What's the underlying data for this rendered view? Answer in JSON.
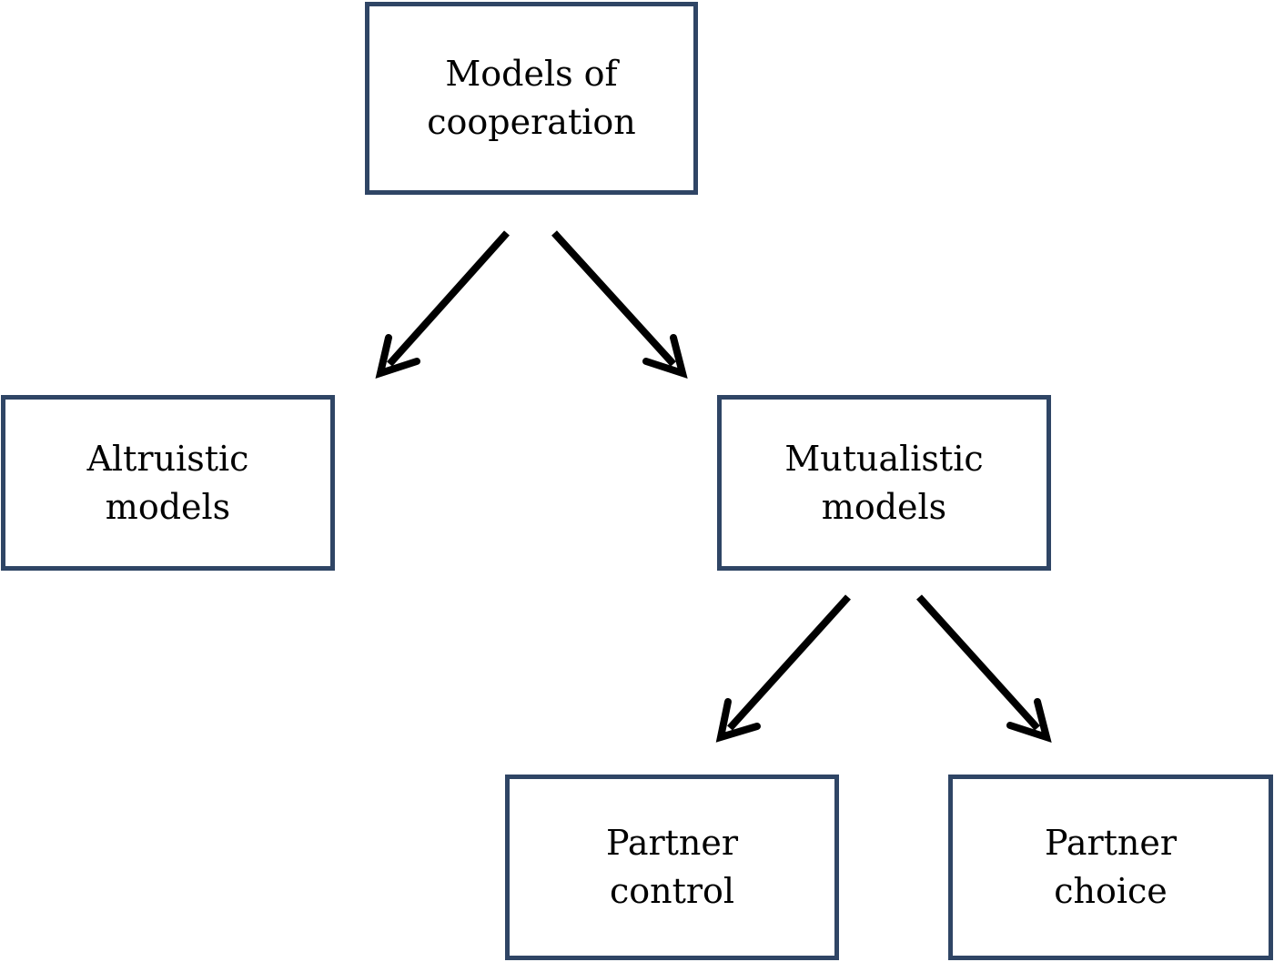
{
  "diagram": {
    "nodes": {
      "root": {
        "label": "Models of\ncooperation"
      },
      "altruistic": {
        "label": "Altruistic\nmodels"
      },
      "mutualistic": {
        "label": "Mutualistic\nmodels"
      },
      "partner_control": {
        "label": "Partner\ncontrol"
      },
      "partner_choice": {
        "label": "Partner\nchoice"
      }
    },
    "edges": [
      {
        "from": "root",
        "to": "altruistic"
      },
      {
        "from": "root",
        "to": "mutualistic"
      },
      {
        "from": "mutualistic",
        "to": "partner_control"
      },
      {
        "from": "mutualistic",
        "to": "partner_choice"
      }
    ],
    "colors": {
      "box_border": "#2f4565",
      "arrow": "#000000",
      "text": "#000000",
      "background": "#ffffff"
    }
  }
}
